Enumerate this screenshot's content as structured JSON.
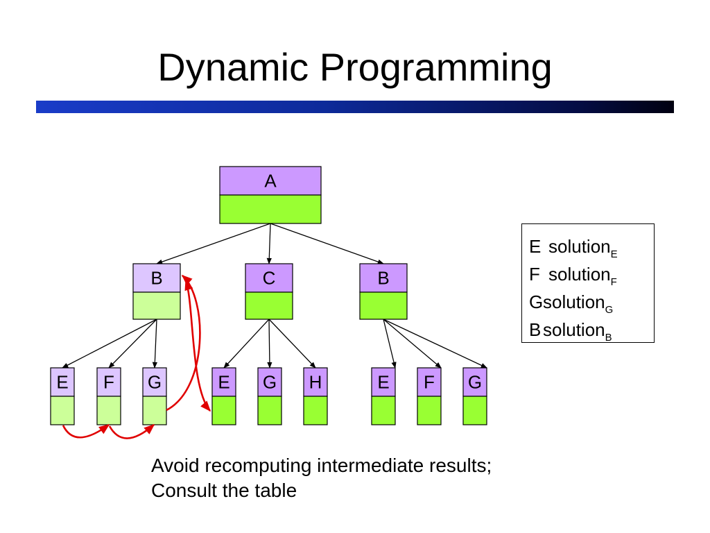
{
  "slide": {
    "title": "Dynamic Programming"
  },
  "tree": {
    "root": {
      "label": "A",
      "top_color": "#cc99ff",
      "bottom_color": "#99ff33"
    },
    "level2": [
      {
        "label": "B",
        "top_color": "#ddc6ff",
        "bottom_color": "#ccff99"
      },
      {
        "label": "C",
        "top_color": "#cc99ff",
        "bottom_color": "#99ff33"
      },
      {
        "label": "B",
        "top_color": "#cc99ff",
        "bottom_color": "#99ff33"
      }
    ],
    "level3": [
      {
        "label": "E",
        "top_color": "#ddc6ff",
        "bottom_color": "#ccff99"
      },
      {
        "label": "F",
        "top_color": "#ddc6ff",
        "bottom_color": "#ccff99"
      },
      {
        "label": "G",
        "top_color": "#ddc6ff",
        "bottom_color": "#ccff99"
      },
      {
        "label": "E",
        "top_color": "#cc99ff",
        "bottom_color": "#99ff33"
      },
      {
        "label": "G",
        "top_color": "#cc99ff",
        "bottom_color": "#99ff33"
      },
      {
        "label": "H",
        "top_color": "#cc99ff",
        "bottom_color": "#99ff33"
      },
      {
        "label": "E",
        "top_color": "#cc99ff",
        "bottom_color": "#99ff33"
      },
      {
        "label": "F",
        "top_color": "#cc99ff",
        "bottom_color": "#99ff33"
      },
      {
        "label": "G",
        "top_color": "#cc99ff",
        "bottom_color": "#99ff33"
      }
    ],
    "reuse_arrow_color": "#e00000"
  },
  "legend": {
    "rows": [
      {
        "key": "E",
        "text": "solution",
        "subscript": "E"
      },
      {
        "key": "F",
        "text": "solution",
        "subscript": "F"
      },
      {
        "key": "G",
        "text": "solution",
        "subscript": "G"
      },
      {
        "key": "B",
        "text": "solution",
        "subscript": "B"
      }
    ]
  },
  "caption": {
    "line1": "Avoid recomputing intermediate results;",
    "line2": "Consult the table"
  }
}
